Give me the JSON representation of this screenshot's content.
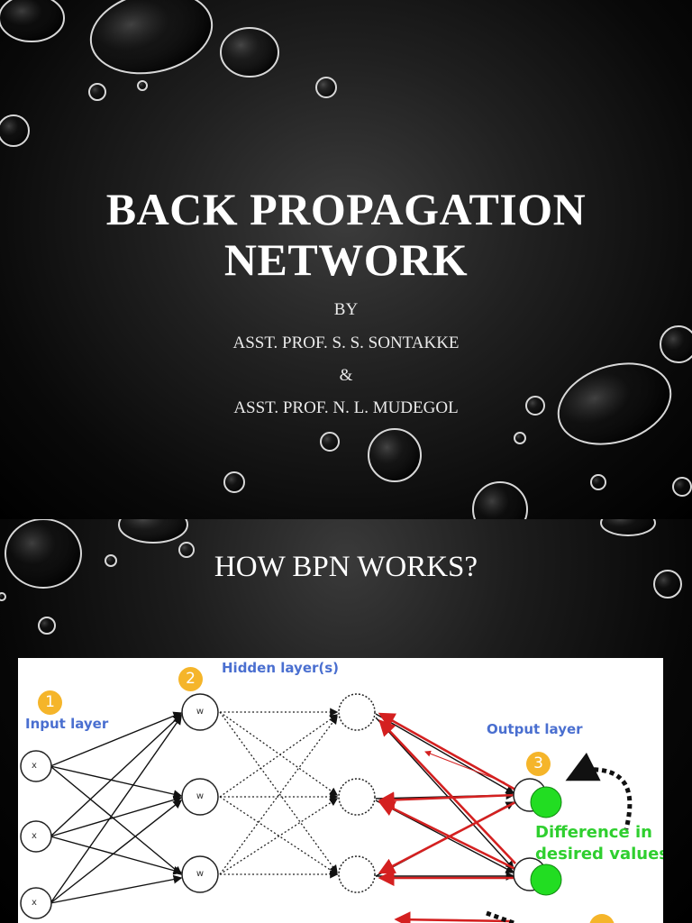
{
  "slide1": {
    "title_line1": "BACK PROPAGATION",
    "title_line2": "NETWORK",
    "by": "BY",
    "author1": "ASST. PROF. S. S. SONTAKKE",
    "amp": "&",
    "author2": "ASST. PROF. N. L. MUDEGOL"
  },
  "slide2": {
    "title": "HOW BPN WORKS?",
    "figure": {
      "input_layer": "Input layer",
      "hidden_layer": "Hidden layer(s)",
      "output_layer": "Output layer",
      "difference_line1": "Difference in",
      "difference_line2": "desired values",
      "badge1": "1",
      "badge2": "2",
      "badge3": "3",
      "node_x": "x",
      "node_w": "w",
      "colors": {
        "forward": "#111111",
        "backward": "#d42020",
        "output_fill": "#22dd22",
        "label": "#4a6fd0",
        "badge": "#f5b52a"
      }
    }
  }
}
